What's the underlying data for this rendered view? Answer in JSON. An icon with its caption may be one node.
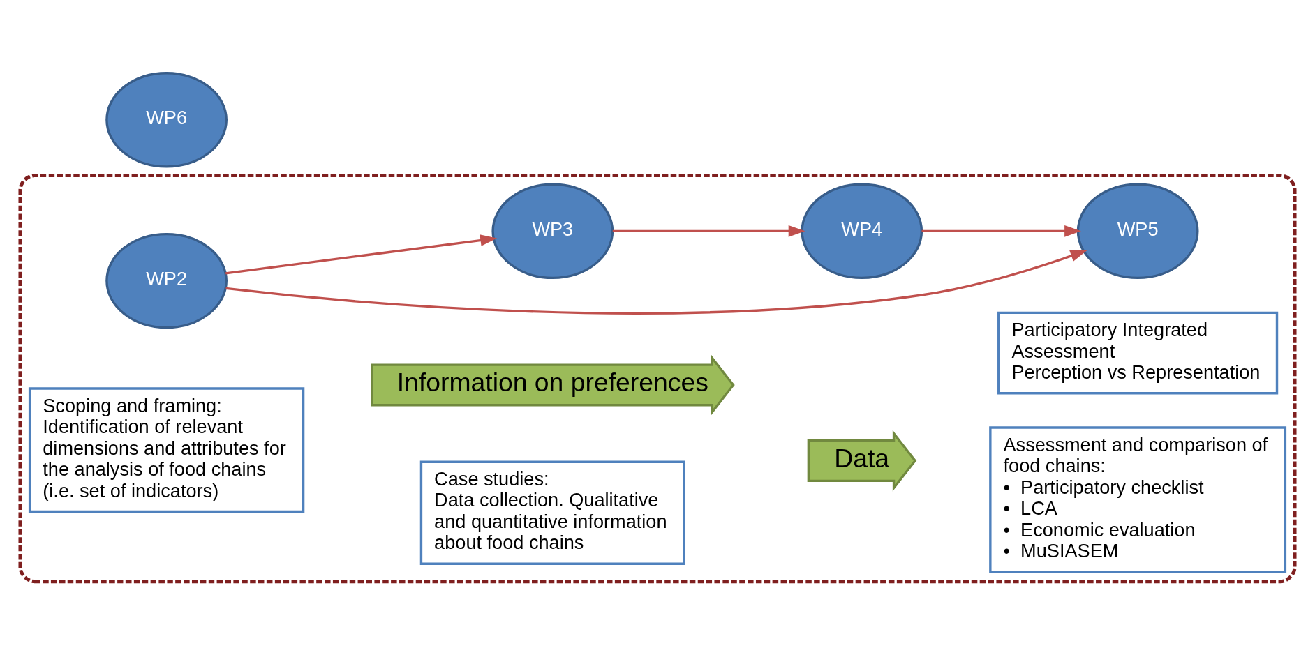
{
  "diagram": {
    "nodes": [
      {
        "text": [],
        "shape": "box"
      },
      {
        "text": [
          "WP6"
        ]
      },
      {
        "text": [
          "WP2"
        ],
        "in": 0
      },
      {
        "text": [
          "WP5"
        ],
        "in": 0
      },
      {
        "text": [
          "Information on preferences"
        ],
        "in": 0
      },
      {
        "text": [
          "Scoping and framing: Identification of relevant dimensions and attributes for the analysis of food chains (i.e. set of indicators)"
        ],
        "in": 0
      },
      {
        "text": [
          "Participatory Integrated Assessment",
          "Perception vs Representation"
        ],
        "in": 0
      },
      {
        "text": [
          "WP3"
        ],
        "in": 0
      },
      {
        "text": [
          "WP4"
        ],
        "in": 0
      },
      {
        "text": [
          "Case studies:",
          "Data collection. Qualitative and quantitative information about food chains"
        ],
        "in": 0
      },
      {
        "text": [
          "Data"
        ],
        "in": 0
      },
      {
        "text": [
          "Assessment and comparison of food chains:",
          "•  Participatory checklist",
          "•  LCA",
          "•  Economic evaluation",
          "•  MuSIASEM"
        ],
        "in": 0
      }
    ],
    "edges": [
      {
        "from": 2,
        "to": 3,
        "arrow": "to"
      },
      {
        "from": 2,
        "to": 7,
        "arrow": "to"
      },
      {
        "from": 7,
        "to": 8,
        "arrow": "to"
      },
      {
        "from": 8,
        "to": 3,
        "arrow": "to"
      }
    ]
  }
}
